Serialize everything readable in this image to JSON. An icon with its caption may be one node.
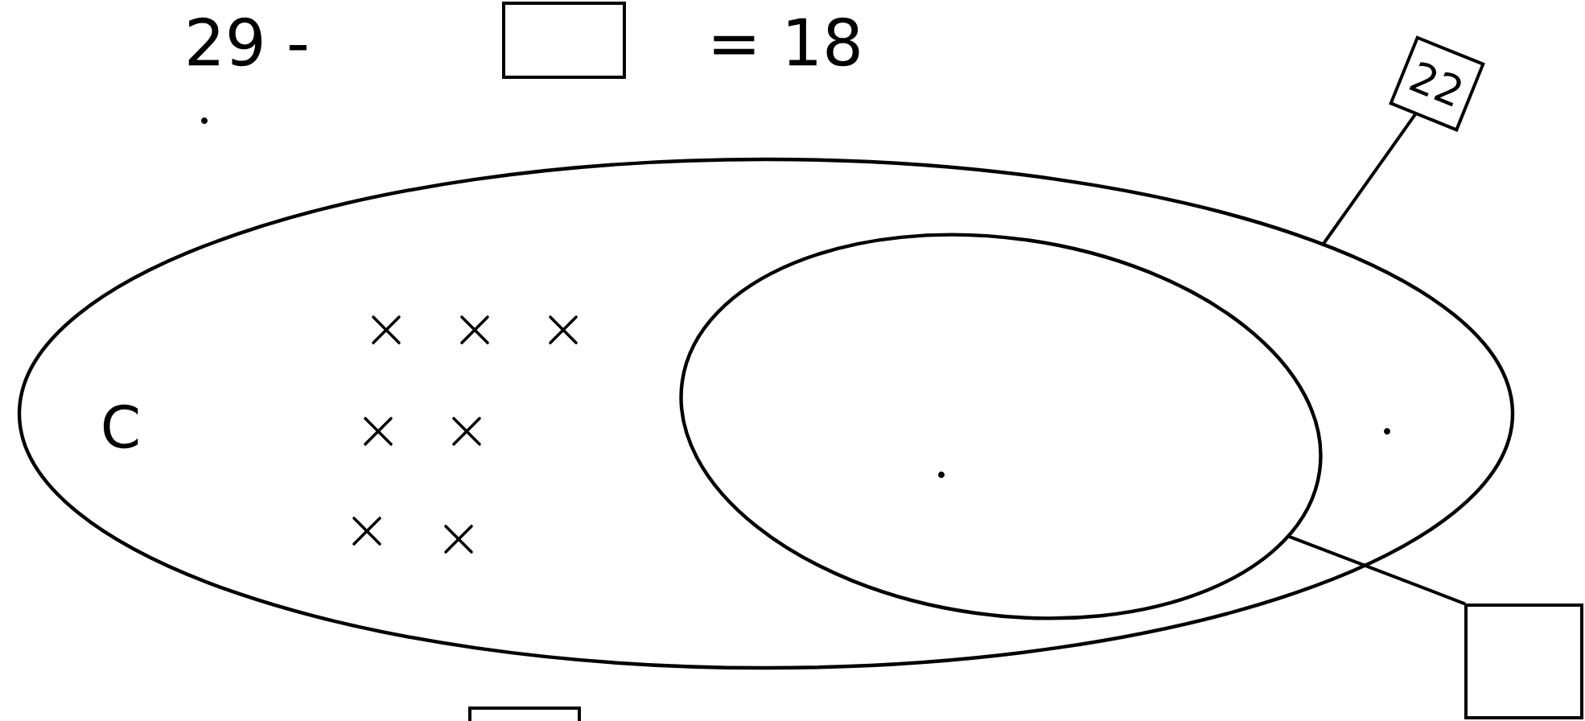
{
  "diagram": {
    "nodes": [
      {
        "text": [
          "C"
        ]
      },
      {
        "text": [],
        "shape": "ellipse",
        "in": 0
      },
      {
        "text": [
          "22"
        ]
      },
      {
        "text": [],
        "shape": "box"
      }
    ],
    "edges": [
      {
        "from": 2,
        "to": 0,
        "arrow": "none"
      },
      {
        "from": 1,
        "to": 3,
        "arrow": "none"
      }
    ],
    "labels": [
      "29 -",
      "= 18"
    ]
  }
}
